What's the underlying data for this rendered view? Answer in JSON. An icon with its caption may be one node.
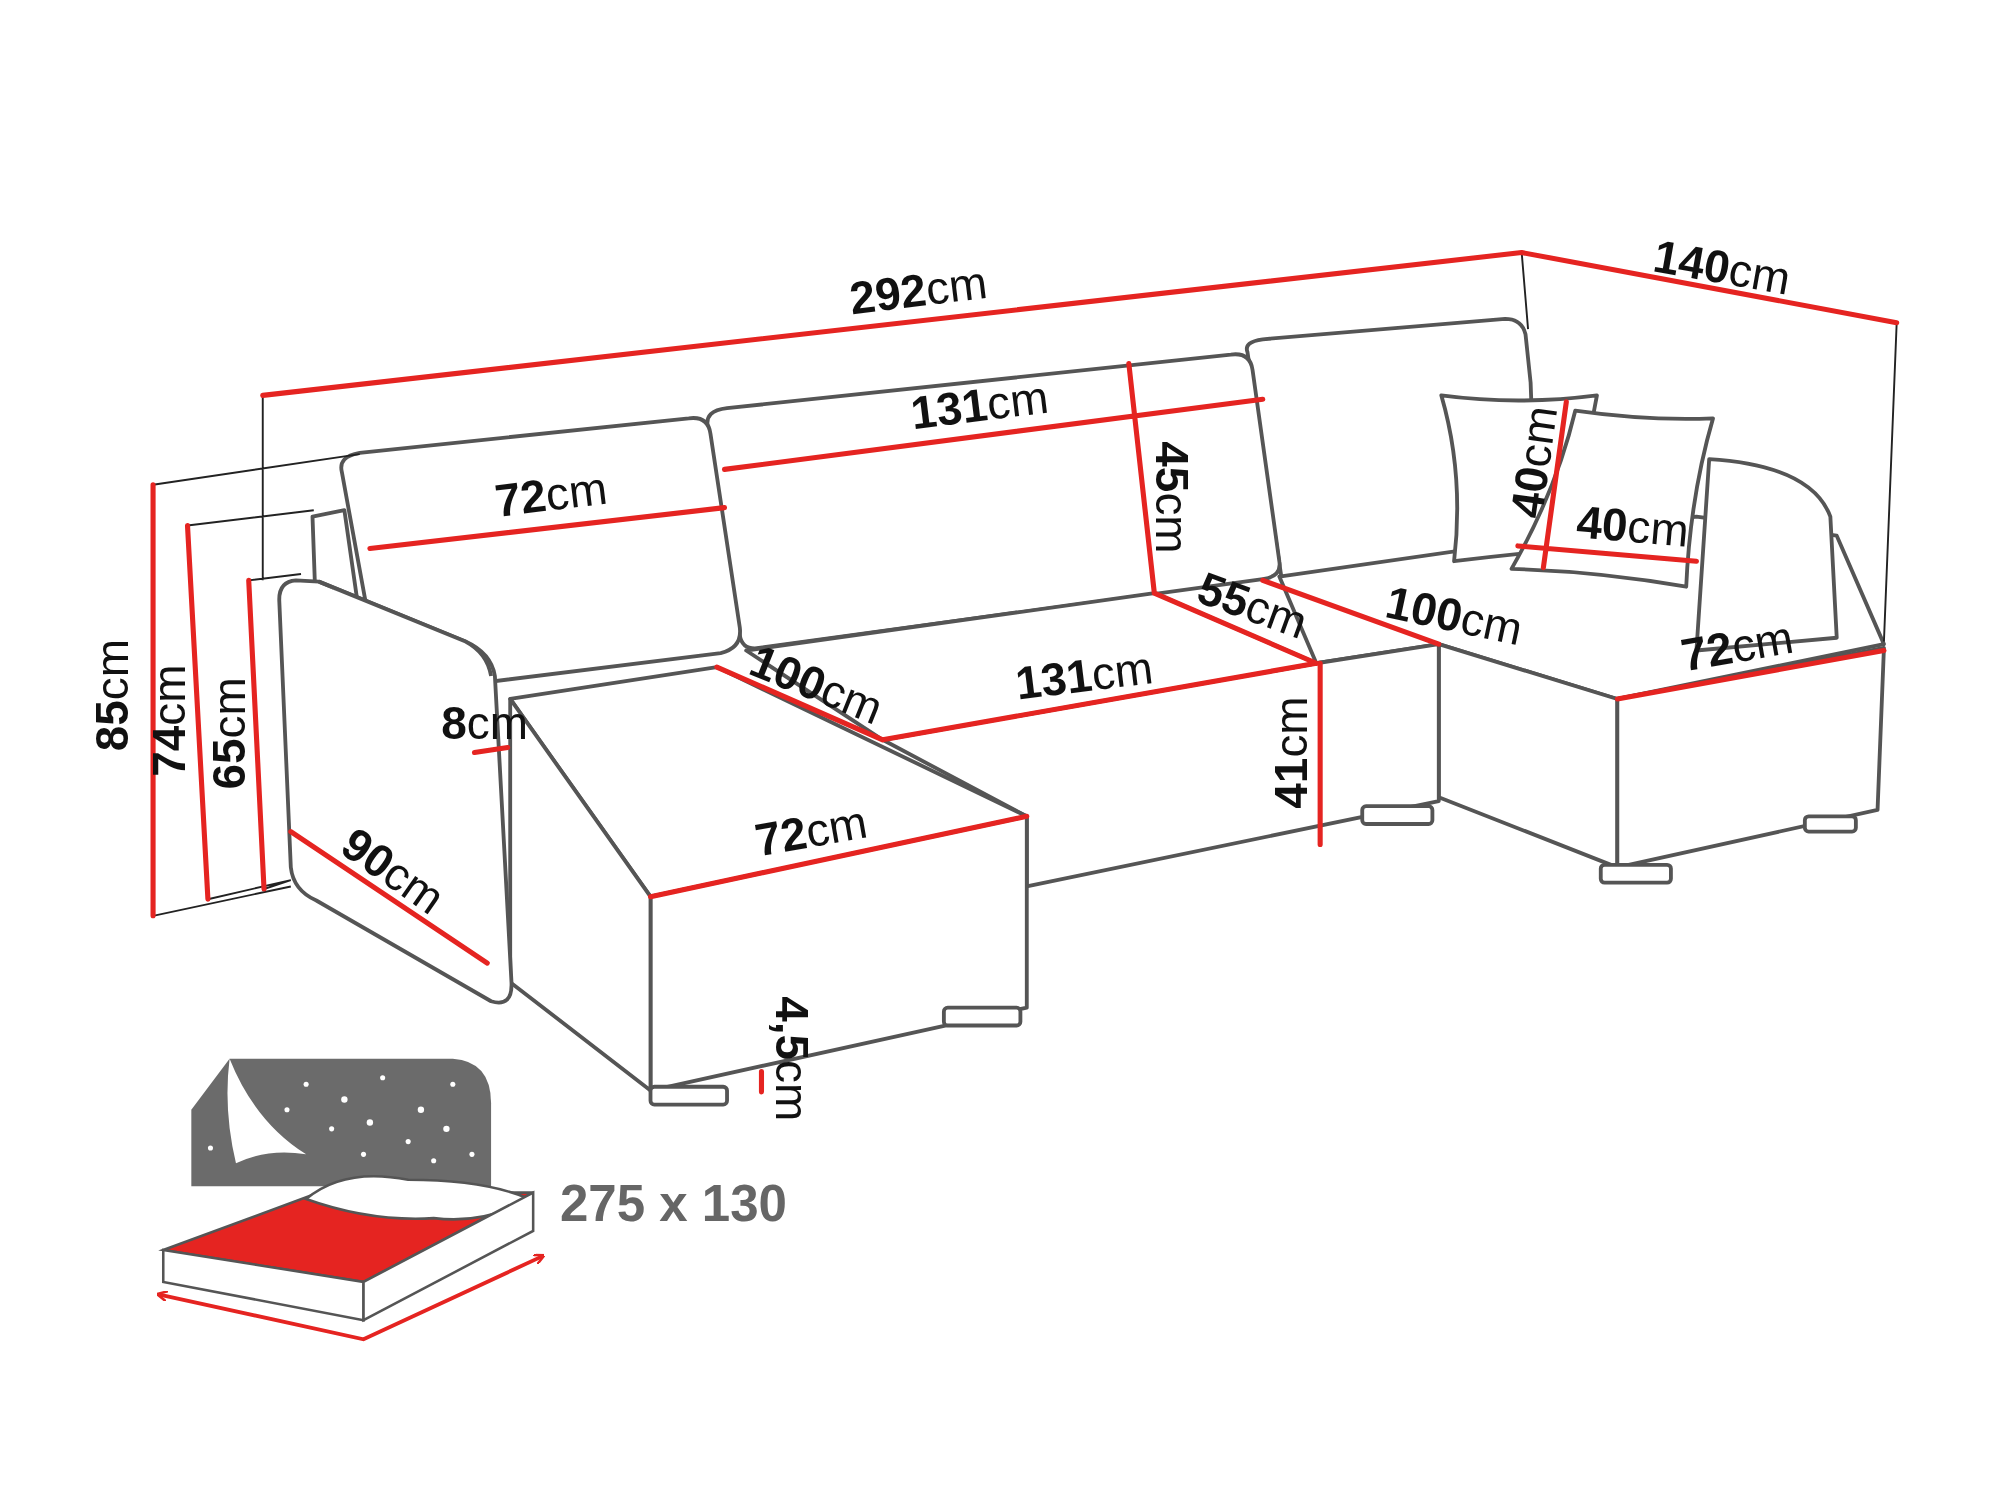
{
  "diagram": {
    "labels": [
      "**292**cm",
      "**140**cm",
      "**131**cm",
      "**72**cm",
      "**45**cm",
      "**40**cm",
      "**40**cm",
      "**85**cm",
      "**74**cm",
      "**65**cm",
      "**55**cm",
      "**100**cm",
      "**100**cm",
      "**131**cm",
      "**72**cm",
      "**8**cm",
      "**41**cm",
      "**72**cm",
      "**90**cm",
      "**4,5**cm",
      "275 x 130"
    ]
  }
}
